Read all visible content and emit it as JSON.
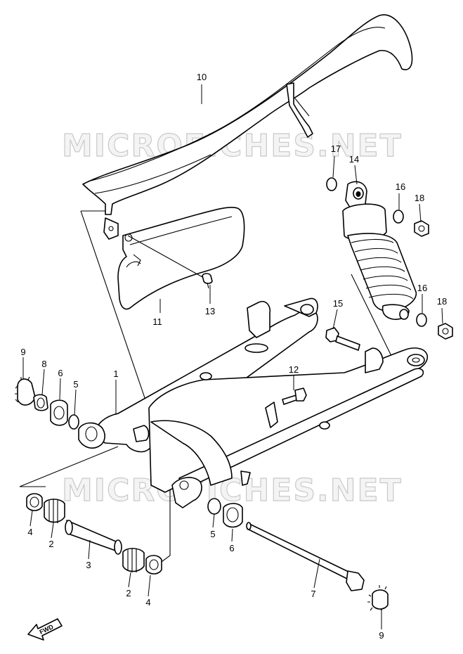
{
  "watermark": {
    "text": "MICROFICHES.NET"
  },
  "direction_badge": {
    "label": "FWD"
  },
  "callouts": [
    {
      "id": "c1",
      "number": "1"
    },
    {
      "id": "c2a",
      "number": "2"
    },
    {
      "id": "c2b",
      "number": "2"
    },
    {
      "id": "c3",
      "number": "3"
    },
    {
      "id": "c4a",
      "number": "4"
    },
    {
      "id": "c4b",
      "number": "4"
    },
    {
      "id": "c5a",
      "number": "5"
    },
    {
      "id": "c5b",
      "number": "5"
    },
    {
      "id": "c6a",
      "number": "6"
    },
    {
      "id": "c6b",
      "number": "6"
    },
    {
      "id": "c7",
      "number": "7"
    },
    {
      "id": "c8",
      "number": "8"
    },
    {
      "id": "c9a",
      "number": "9"
    },
    {
      "id": "c9b",
      "number": "9"
    },
    {
      "id": "c10",
      "number": "10"
    },
    {
      "id": "c11",
      "number": "11"
    },
    {
      "id": "c12",
      "number": "12"
    },
    {
      "id": "c13",
      "number": "13"
    },
    {
      "id": "c14",
      "number": "14"
    },
    {
      "id": "c15",
      "number": "15"
    },
    {
      "id": "c16a",
      "number": "16"
    },
    {
      "id": "c16b",
      "number": "16"
    },
    {
      "id": "c17",
      "number": "17"
    },
    {
      "id": "c18a",
      "number": "18"
    },
    {
      "id": "c18b",
      "number": "18"
    }
  ]
}
